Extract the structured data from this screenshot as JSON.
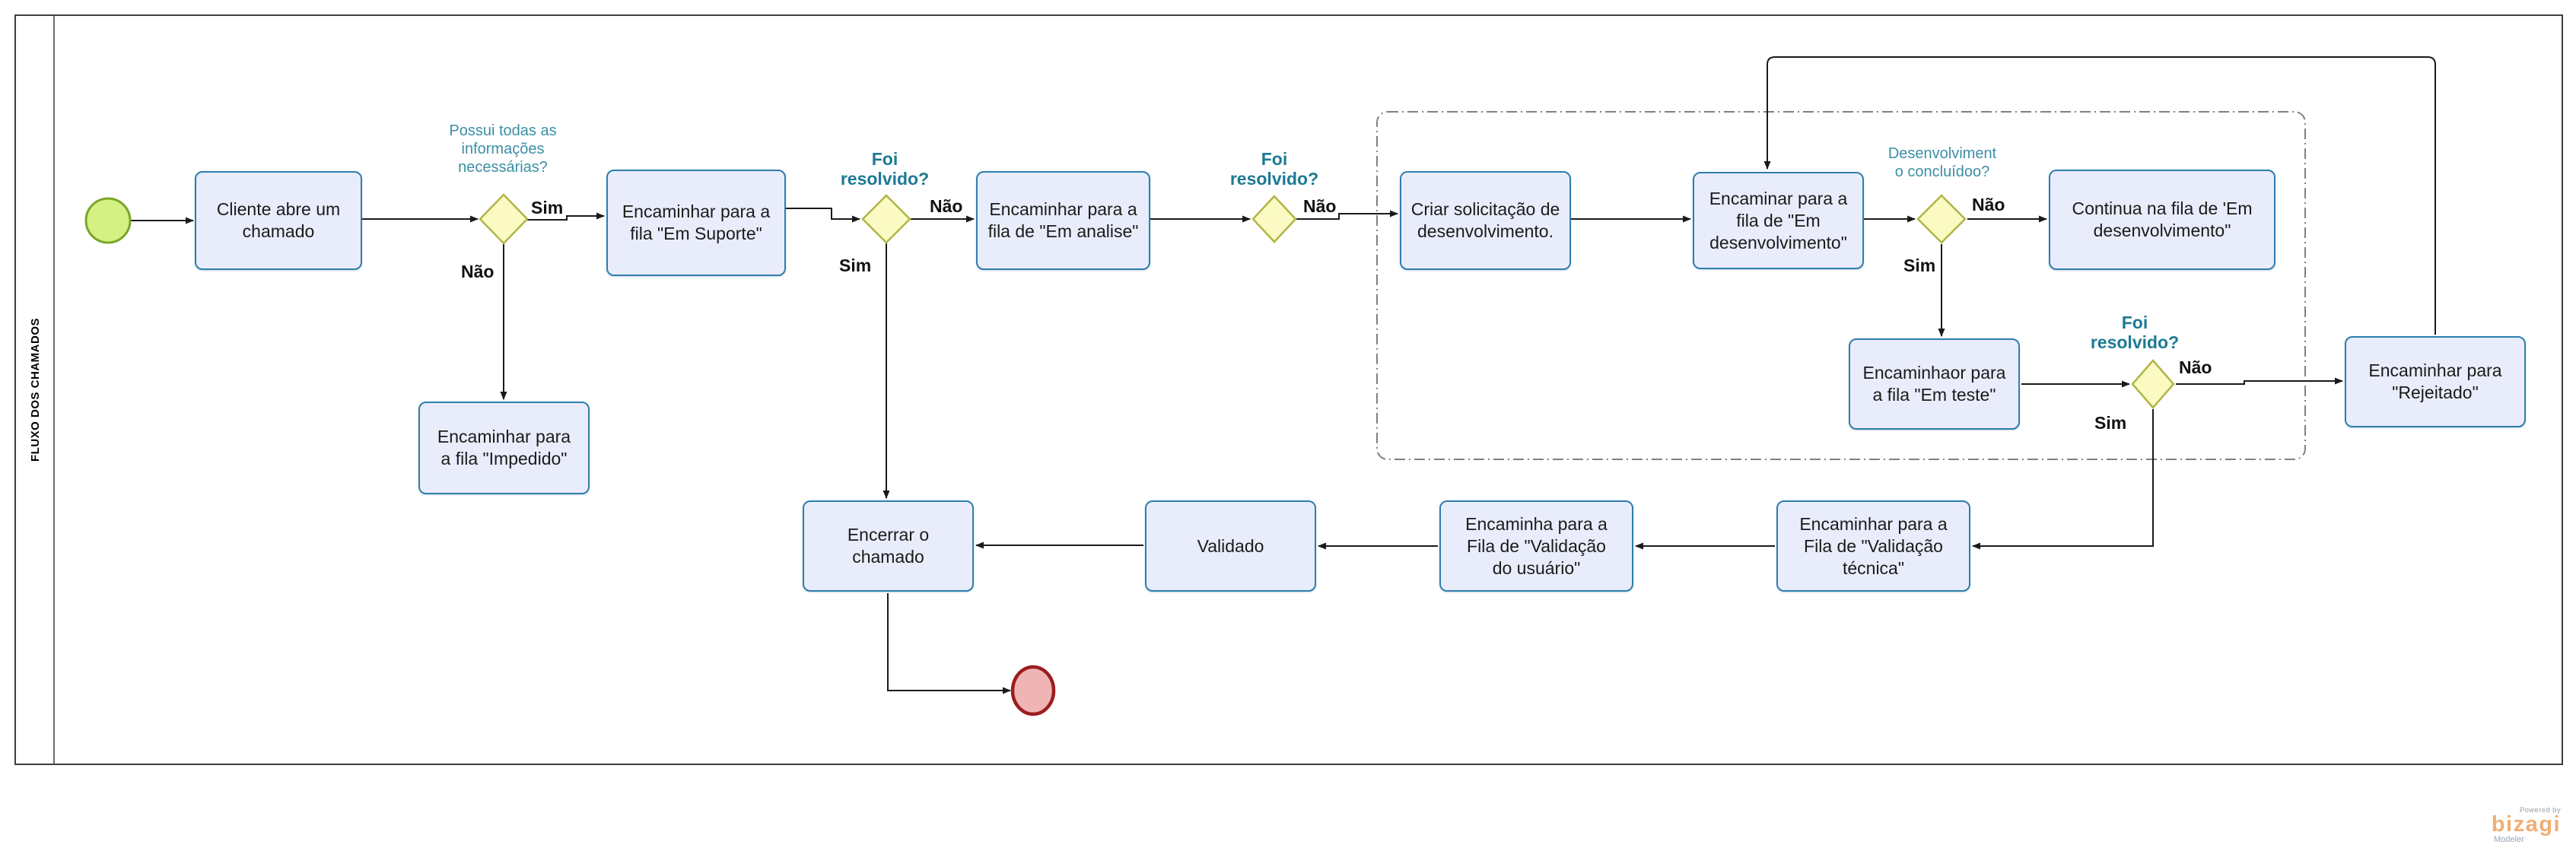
{
  "colors": {
    "task-fill": "#e9edfb",
    "task-border": "#2e7eae",
    "gateway-fill": "#fafac2",
    "gateway-border": "#b0b545",
    "start-fill": "#d3f283",
    "start-border": "#7ba428",
    "end-fill": "#efb5b4",
    "end-border": "#9c1d1e",
    "label-teal": "#3b8fa6",
    "label-teal-bold": "#1d7a93",
    "line": "#1a1a1a"
  },
  "lane": {
    "title": "FLUXO DOS CHAMADOS"
  },
  "tasks": {
    "abrir": {
      "label": "Cliente abre um\nchamado"
    },
    "suporte": {
      "label": "Encaminhar para a\nfila \"Em Suporte\""
    },
    "impedido": {
      "label": "Encaminhar para\na fila \"Impedido\""
    },
    "analise": {
      "label": "Encaminhar para a\nfila de \"Em analise\""
    },
    "criar": {
      "label": "Criar solicitação de\ndesenvolvimento."
    },
    "desenvolvimento": {
      "label": "Encaminar para a\nfila de \"Em\ndesenvolvimento\""
    },
    "continua": {
      "label": "Continua na fila de 'Em\ndesenvolvimento\""
    },
    "teste": {
      "label": "Encaminhaor para\na fila \"Em teste\""
    },
    "rejeitado": {
      "label": "Encaminhar para\n\"Rejeitado\""
    },
    "validacao_tecnica": {
      "label": "Encaminhar para a\nFila de \"Validação\ntécnica\""
    },
    "validacao_usuario": {
      "label": "Encaminha para a\nFila de \"Validação\ndo usuário\""
    },
    "validado": {
      "label": "Validado"
    },
    "encerrar": {
      "label": "Encerrar o\nchamado"
    }
  },
  "gateways": {
    "info": {
      "question": "Possui todas as\ninformações\nnecessárias?",
      "yes": "Sim",
      "no": "Não"
    },
    "resolvido1": {
      "question": "Foi\nresolvido?",
      "yes": "Sim",
      "no": "Não"
    },
    "resolvido2": {
      "question": "Foi\nresolvido?",
      "no": "Não"
    },
    "concluido": {
      "question": "Desenvolviment\no  concluídoo?",
      "yes": "Sim",
      "no": "Não"
    },
    "resolvido3": {
      "question": "Foi\nresolvido?",
      "yes": "Sim",
      "no": "Não"
    }
  },
  "logo": {
    "powered_by": "Powered by",
    "brand": "bizagi",
    "product": "Modeler"
  }
}
